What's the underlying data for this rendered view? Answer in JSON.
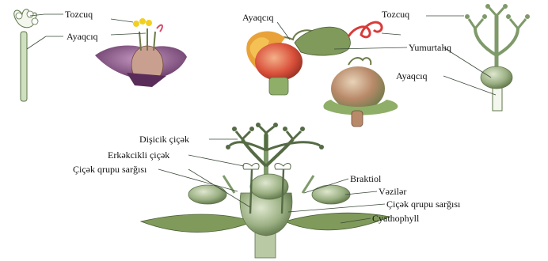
{
  "labels": {
    "tozcuq_left": "Tozcuq",
    "ayaqciq_left": "Ayaqcıq",
    "ayaqciq_top": "Ayaqcıq",
    "tozcuq_right": "Tozcuq",
    "yumurtaliq": "Yumurtalıq",
    "ayaqciq_right": "Ayaqcıq",
    "disicik": "Dişicik çiçək",
    "erkekcikli": "Erkəkcikli çiçək",
    "cicek_qrupu_left": "Çiçək qrupu sarğısı",
    "braktiol": "Braktiol",
    "vaziler": "Vəzilər",
    "cicek_qrupu_right": "Çiçək qrupu sarğısı",
    "cyathophyll": "Cyathophyll"
  },
  "colors": {
    "stem_green": "#7f9a6a",
    "stem_dark": "#556b45",
    "petal_purple": "#7a4a7a",
    "ovary_red": "#d94a3a",
    "stigma_orange": "#e9a23a",
    "line": "#3a4a3a"
  }
}
